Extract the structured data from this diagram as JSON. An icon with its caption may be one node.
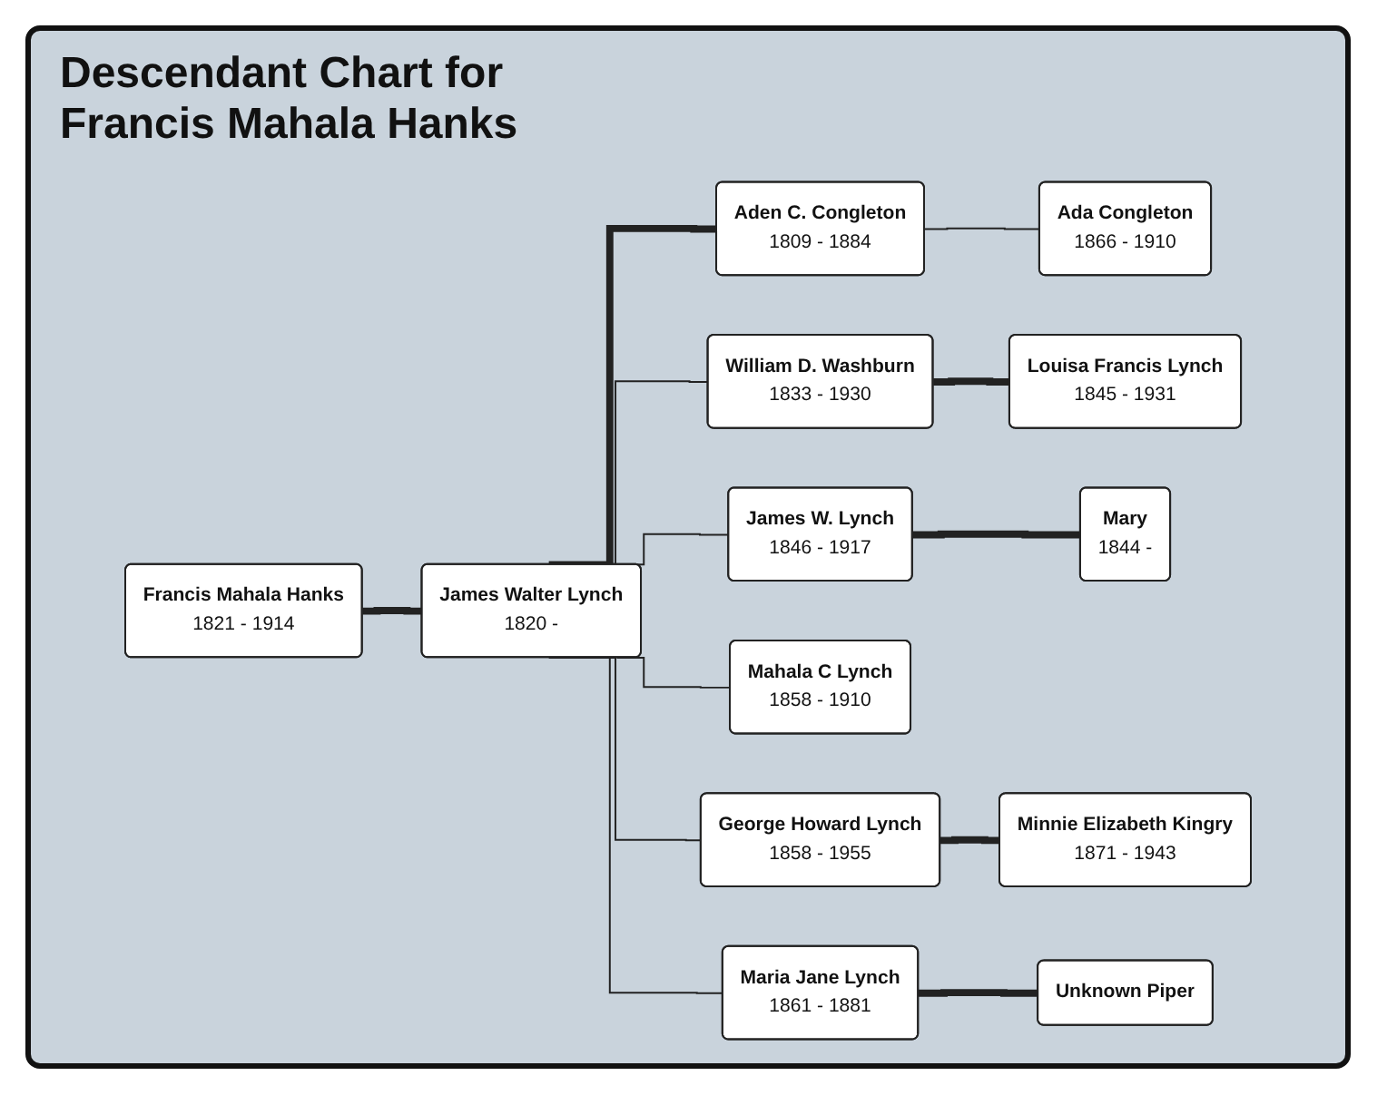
{
  "diagram": {
    "title": "Descendant Chart for Francis Mahala Hanks",
    "nodes": [
      {
        "text": [
          "Francis Mahala Hanks",
          "1821 - 1914"
        ]
      },
      {
        "text": [
          "James Walter Lynch",
          "1820 -"
        ]
      },
      {
        "text": [
          "Aden C. Congleton",
          "1809 - 1884"
        ]
      },
      {
        "text": [
          "Louisa Francis Lynch",
          "1845 - 1931"
        ]
      },
      {
        "text": [
          "William D. Washburn",
          "1833 - 1930"
        ]
      },
      {
        "text": [
          "Mary",
          "1844 -"
        ]
      },
      {
        "text": [
          "James W. Lynch",
          "1846 - 1917"
        ]
      },
      {
        "text": [
          "Mahala C Lynch",
          "1858 - 1910"
        ]
      },
      {
        "text": [
          "Minnie Elizabeth Kingry",
          "1871 - 1943"
        ]
      },
      {
        "text": [
          "George Howard Lynch",
          "1858 - 1955"
        ]
      },
      {
        "text": [
          "Unknown Piper"
        ]
      },
      {
        "text": [
          "Maria Jane Lynch",
          "1861 - 1881"
        ]
      },
      {
        "text": [
          "Ada Congleton",
          "1866 - 1910"
        ]
      }
    ],
    "edges": [
      {
        "from": 0,
        "to": 1,
        "arrow": "none",
        "style": "thick"
      },
      {
        "from": 1,
        "to": 2,
        "arrow": "none",
        "style": "thick"
      },
      {
        "from": 4,
        "to": 3,
        "arrow": "none",
        "style": "thick"
      },
      {
        "from": 6,
        "to": 5,
        "arrow": "none",
        "style": "thick"
      },
      {
        "from": 9,
        "to": 8,
        "arrow": "none",
        "style": "thick"
      },
      {
        "from": 11,
        "to": 10,
        "arrow": "none",
        "style": "thick"
      },
      {
        "from": 1,
        "to": 4,
        "arrow": "none"
      },
      {
        "from": 1,
        "to": 6,
        "arrow": "none"
      },
      {
        "from": 1,
        "to": 7,
        "arrow": "none"
      },
      {
        "from": 1,
        "to": 9,
        "arrow": "none"
      },
      {
        "from": 1,
        "to": 11,
        "arrow": "none"
      },
      {
        "from": 2,
        "to": 12,
        "arrow": "none"
      }
    ]
  }
}
